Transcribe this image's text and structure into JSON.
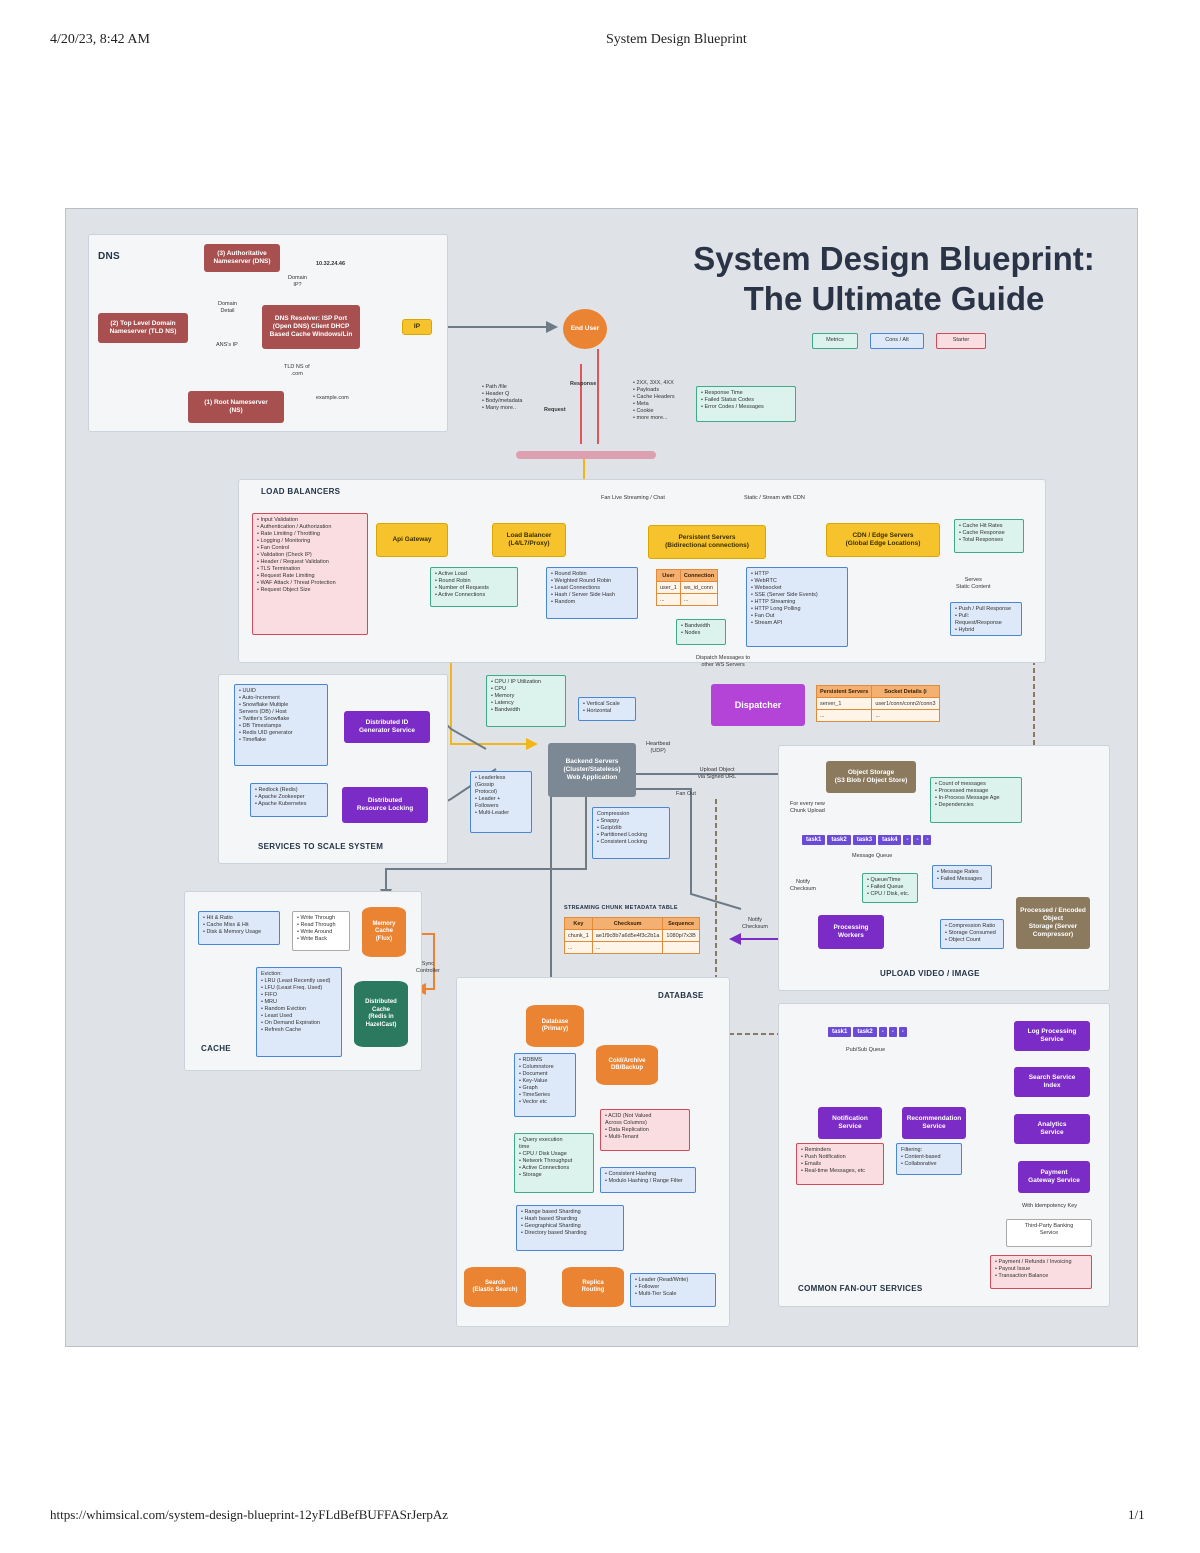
{
  "print_header": {
    "datetime": "4/20/23, 8:42 AM",
    "title": "System Design Blueprint"
  },
  "print_footer": {
    "url": "https://whimsical.com/system-design-blueprint-12yFLdBefBUFFASrJerpAz",
    "page": "1/1"
  },
  "title": {
    "line1": "System Design Blueprint:",
    "line2": "The Ultimate Guide"
  },
  "legend": {
    "item1": "Metrics",
    "item2": "Cons / Alt",
    "item3": "Starter"
  },
  "dns": {
    "title": "DNS",
    "authoritative": "(3) Authoritative\nNameserver (DNS)",
    "tld": "(2) Top Level Domain\nNameserver (TLD NS)",
    "root": "(1) Root Nameserver\n(NS)",
    "resolver": "DNS Resolver: ISP Port\n(Open DNS) Client DHCP\nBased Cache Windows/Lin",
    "ip_value": "10.32.24.46",
    "domain_ip": "Domain\nIP?",
    "domain_detail": "Domain\nDetail",
    "ans_ip": "ANS's IP",
    "tld_ns": "TLD NS of\n.com",
    "example_com": "example.com",
    "ip_badge": "IP",
    "end_user": "End User"
  },
  "request": {
    "left_notes": "• Path /file\n• Header Q\n• Body/metadata\n• Many more..",
    "response_label": "Response",
    "request_label": "Request",
    "right_notes": "• 2XX, 3XX, 4XX\n• Payloads\n• Cache Headers\n• Meta\n• Cookie\n• more more...",
    "metrics_note": "• Response Time\n• Failed Status Codes\n• Error Codes / Messages"
  },
  "load_balancers": {
    "title": "LOAD BALANCERS",
    "fanout_live": "Fan Live Streaming / Chat",
    "fanout_static": "Static / Stream with CDN",
    "red_list": "• Input Validation\n• Authentication / Authorization\n• Rate Limiting / Throttling\n• Logging / Monitoring\n• Fan Control\n• Validation (Check IP)\n• Header / Request Validation\n• TLS Termination\n• Request Rate Limiting\n• WAF Attack / Threat Protection\n• Request Object Size",
    "api_gateway": "Api Gateway",
    "load_balancer": "Load Balancer\n(L4/L7/Proxy)",
    "persistent": "Persistent Servers\n(Bidirectional connections)",
    "cdn": "CDN / Edge Servers\n(Global Edge Locations)",
    "lb_green": "• Active Load\n• Round Robin\n• Number of Requests\n• Active Connections",
    "lb_blue": "• Round Robin\n• Weighted Round Robin\n• Least Connections\n• Hash / Server Side Hash\n• Random",
    "conn_headers": [
      "User",
      "Connection"
    ],
    "conn_rows": [
      [
        "user_1",
        "ws_id_conn"
      ],
      [
        "...",
        "..."
      ]
    ],
    "conn_green": "• Bandwidth\n• Nodes",
    "proto_list": "• HTTP\n• WebRTC\n• Websocket\n• SSE (Server Side Events)\n• HTTP Streaming\n• HTTP Long Polling\n• Fan Out\n• Stream API",
    "cdn_green": "• Cache Hit Rates\n• Cache Response\n• Total Responses",
    "serves_static": "Serves\nStatic Content",
    "cdn_blue": "• Push / Pull Response\n• Pull: Request/Response\n• Hybrid",
    "dispatch_caption": "Dispatch Messages to\nother WS Servers",
    "dispatcher": "Dispatcher",
    "disp_headers": [
      "Persistent Servers",
      "Socket Details (i"
    ],
    "disp_rows": [
      [
        "server_1",
        "user1/conn/conn2/conn3"
      ],
      [
        "...",
        "..."
      ]
    ]
  },
  "scale": {
    "title": "SERVICES TO SCALE SYSTEM",
    "id_notes": "• UUID\n• Auto-Increment\n• Snowflake Multiple\n  Servers (DB) / Host\n• Twitter's Snowflake\n• DB Timestamps\n• Redis UID generator\n• Timeflake",
    "id_service": "Distributed ID\nGenerator Service",
    "lock_notes": "• Redlock (Redis)\n• Apache Zookeeper\n• Apache Kubernetes",
    "lock_service": "Distributed\nResource Locking",
    "metrics_green": "• CPU / IP Utilization\n• CPU\n• Memory\n• Latency\n• Bandwidth",
    "scaling_blue": "• Vertical Scale\n• Horizontal",
    "app_server": "Backend Servers\n(Cluster/Stateless)\nWeb Application",
    "heartbeat": "Heartbeat\n(UDP)",
    "leader_notes": "• Leaderless\n  (Gossip\n  Protocol)\n• Leader +\n  Followers\n• Multi-Leader",
    "compress_notes": "Compression\n• Snappy\n• Gzip/zlib\n• Partitioned Locking\n• Consistent Locking",
    "upload_obj": "Upload Object\nvia Signed URL",
    "fan_out": "Fan Out"
  },
  "cache": {
    "title": "CACHE",
    "notes_blue": "• Hit & Ratio\n• Cache Miss & Hit\n• Disk & Memory Usage",
    "strategies": "• Write Through\n• Read Through\n• Write Around\n• Write Back",
    "memory_cache": "Memory\nCache\n(Flux)",
    "sync_controller": "Sync\nController",
    "evict_notes": "Eviction:\n• LRU (Least Recently used)\n• LFU (Least Freq. Used)\n• FIFO\n• MRU\n• Random Eviction\n• Least Used\n• On Demand Expiration\n• Refresh Cache",
    "dist_cache": "Distributed\nCache\n(Redis in\nHazelCast)"
  },
  "chunk": {
    "title": "STREAMING CHUNK METADATA TABLE",
    "headers": [
      "Key",
      "Checksum",
      "Sequence"
    ],
    "rows": [
      [
        "chunk_1",
        "ae1f9c8b7a6d5e4f3c2b1a",
        "1080p/7x3B"
      ],
      [
        "...",
        "..."
      ]
    ]
  },
  "database": {
    "title": "DATABASE",
    "db_primary": "Database\n(Primary)",
    "cdc": "Cold/Archive\nDB/Backup",
    "db_list": "• RDBMS\n• Columnstore\n• Document\n• Key-Value\n• Graph\n• TimeSeries\n• Vector etc",
    "acid": "• ACID (Not Valued\n  Across Columns)\n• Data Replication\n• Multi-Tenant",
    "db_metrics": "• Query execution\n  time\n• CPU / Disk Usage\n• Network Throughput\n• Active Connections\n• Storage",
    "hashing": "• Consistent Hashing\n• Modulo Hashing / Range Filter",
    "sharding": "• Range based Sharding\n• Hash based Sharding\n• Geographical Sharding\n• Directory based Sharding",
    "shards": "Search\n(Elastic Search)",
    "replica": "Replica\nRouting",
    "replica_notes": "• Leader (Read/Write)\n• Follower\n• Multi-Tier Scale"
  },
  "upload": {
    "title": "UPLOAD VIDEO / IMAGE",
    "object_storage": "Object Storage\n(S3 Blob / Object Store)",
    "storage_notes": "• Count of messages\n• Processed message\n• In-Process Message Age\n• Dependencies",
    "per_chunk": "For every new\nChunk Upload",
    "queue_label": "Message Queue",
    "queue_cells": [
      "task1",
      "task2",
      "task3",
      "task4",
      "-",
      "-",
      "-"
    ],
    "notify": "Notify\nChecksum",
    "worker_notes": "• Queue/Time\n• Failed Queue\n• CPU / Disk, etc.",
    "worker_notes2": "• Message Rates\n• Failed Messages",
    "processing": "Processing\nWorkers",
    "update": "Notify\nChecksum",
    "compression_notes": "• Compression Ratio\n• Storage Consumed\n• Object Count",
    "processed": "Processed / Encoded\nObject\nStorage (Server\nCompressor)"
  },
  "fanout": {
    "title": "COMMON FAN-OUT SERVICES",
    "queue_cells": [
      "task1",
      "task2",
      "-",
      "-",
      "-"
    ],
    "queue_label": "Pub/Sub Queue",
    "notify": "Notification\nService",
    "recommend": "Recommendation\nService",
    "notify_notes": "• Reminders\n• Push Notification\n• Emails\n• Real-time Messages, etc",
    "rec_notes": "Filtering:\n• Content-based\n• Collaborative",
    "log": "Log Processing\nService",
    "search": "Search Service\nIndex",
    "analytics": "Analytics\nService",
    "payment": "Payment\nGateway Service",
    "idempotency": "With Idempotency Key",
    "third_party": "Third-Party Banking\nService",
    "payment_notes": "• Payment / Refunds / Invoicing\n• Payout Issue\n• Transaction Balance"
  }
}
